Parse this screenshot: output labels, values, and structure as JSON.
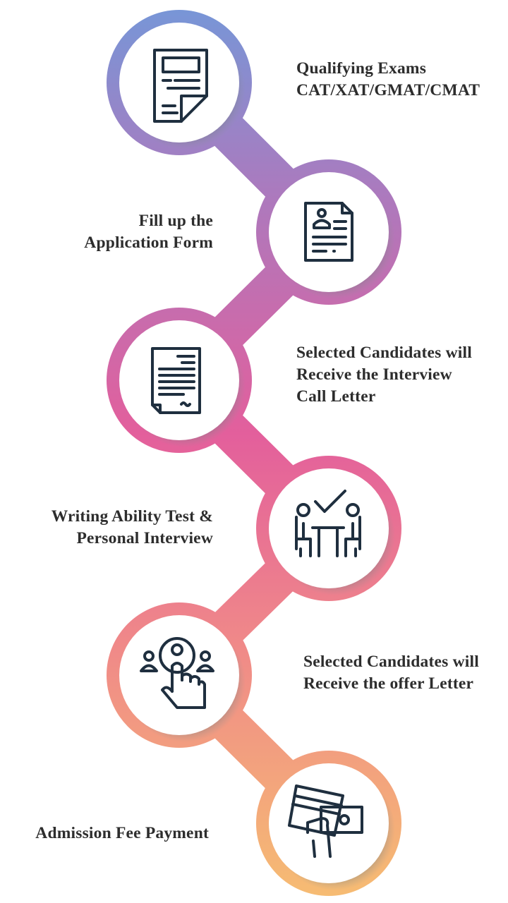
{
  "steps": [
    {
      "lines": [
        "Qualifying Exams",
        "CAT/XAT/GMAT/CMAT"
      ],
      "icon": "exam-paper-icon"
    },
    {
      "lines": [
        "Fill up the",
        "Application Form"
      ],
      "icon": "application-form-icon"
    },
    {
      "lines": [
        "Selected Candidates will",
        "Receive the Interview",
        "Call Letter"
      ],
      "icon": "call-letter-icon"
    },
    {
      "lines": [
        "Writing Ability Test &",
        "Personal Interview"
      ],
      "icon": "interview-icon"
    },
    {
      "lines": [
        "Selected Candidates will",
        "Receive the offer Letter"
      ],
      "icon": "offer-letter-icon"
    },
    {
      "lines": [
        "Admission Fee Payment"
      ],
      "icon": "payment-card-icon"
    }
  ],
  "colors": {
    "gradient_top": "#7597d8",
    "gradient_mid_upper": "#ad79bd",
    "gradient_mid": "#e35f9c",
    "gradient_lower": "#f08a88",
    "gradient_bottom": "#f6bd72",
    "icon_stroke": "#1f2f3f",
    "text": "#2d2d2d"
  }
}
